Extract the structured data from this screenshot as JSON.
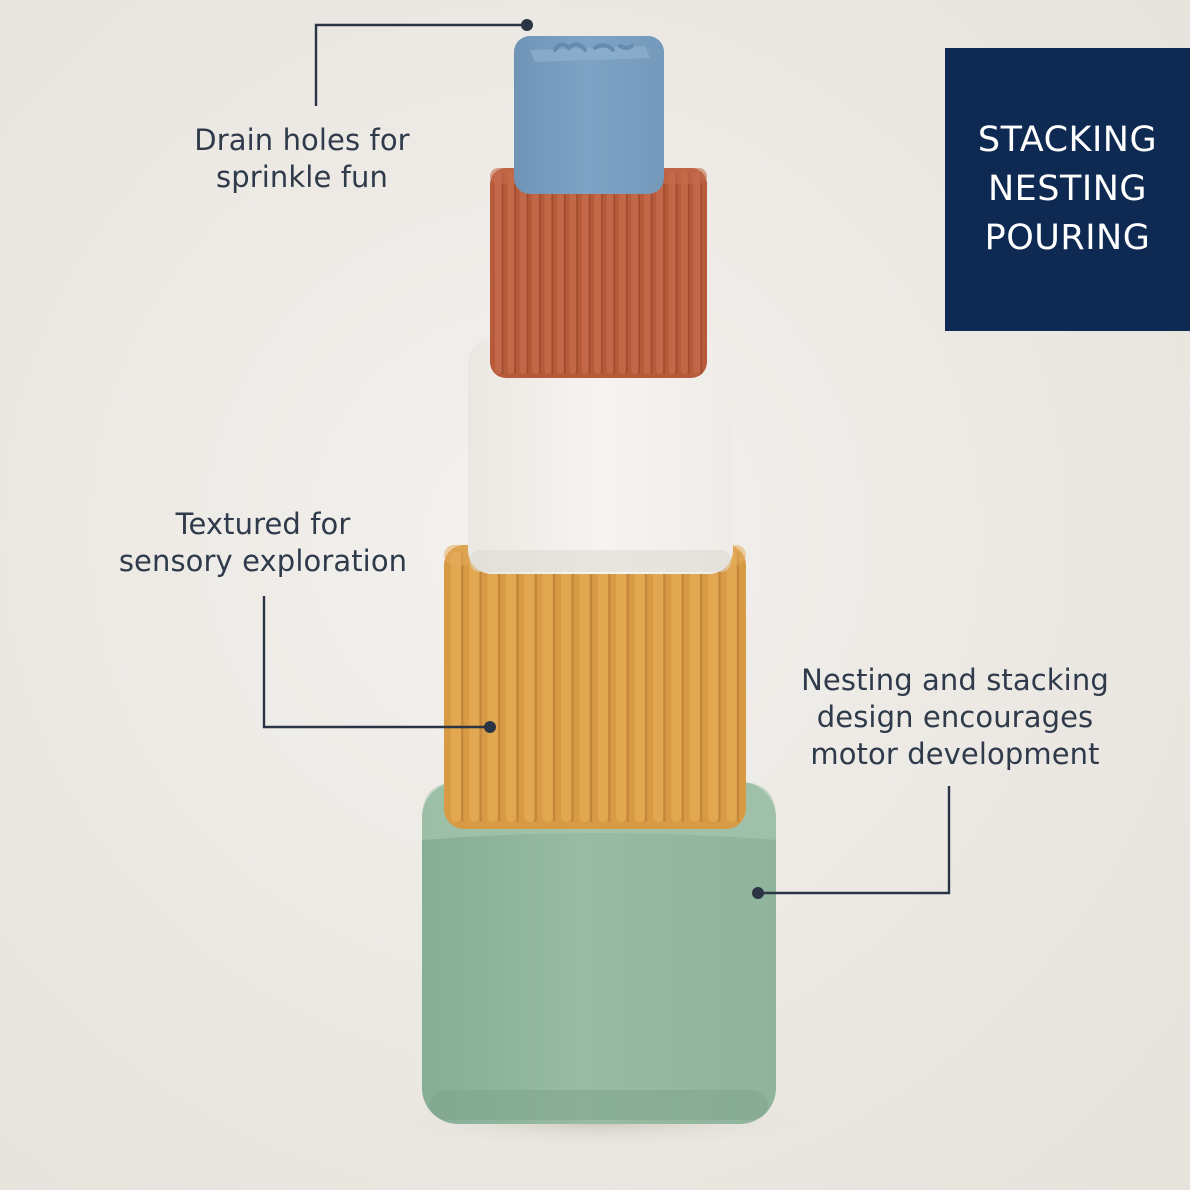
{
  "callouts": {
    "drain_holes": {
      "line1": "Drain holes for",
      "line2": "sprinkle fun"
    },
    "textured": {
      "line1": "Textured for",
      "line2": "sensory exploration"
    },
    "nesting": {
      "line1": "Nesting and stacking",
      "line2": "design encourages",
      "line3": "motor development"
    }
  },
  "banner": {
    "line1": "STACKING",
    "line2": "NESTING",
    "line3": "POURING",
    "background_color": "#0f2a52"
  },
  "colors": {
    "background": "#efece7",
    "cup_blue": "#7a9fc0",
    "cup_rust": "#b95d3c",
    "cup_white": "#f3f0ec",
    "cup_mustard": "#dda14a",
    "cup_sage": "#94b9a0",
    "leader_line": "#2b3444"
  }
}
